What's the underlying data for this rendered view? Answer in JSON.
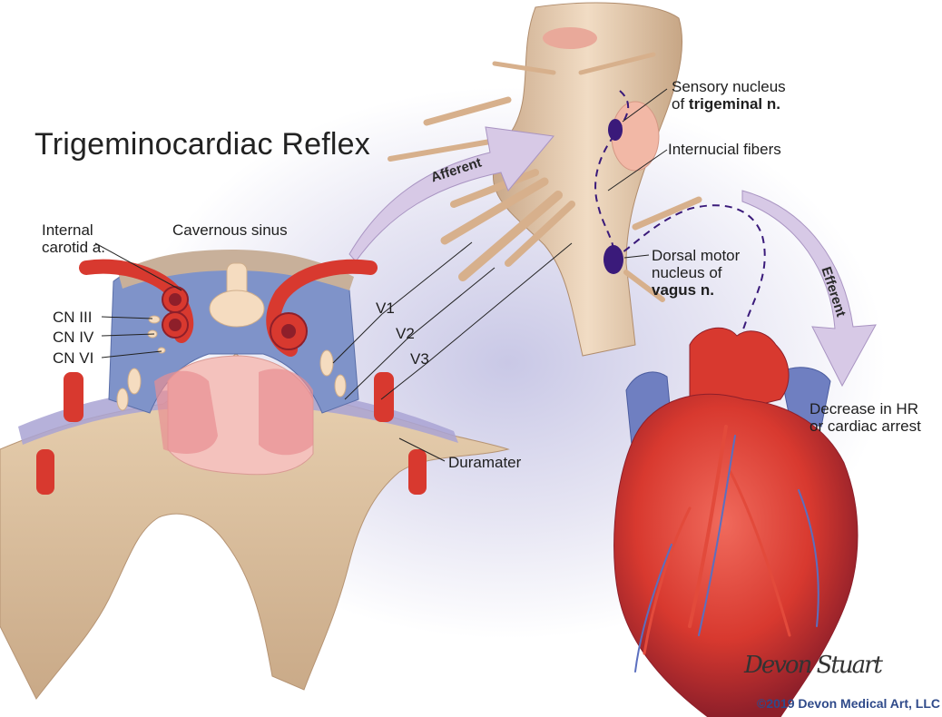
{
  "title": "Trigeminocardiac Reflex",
  "labels": {
    "internal_carotid_line1": "Internal",
    "internal_carotid_line2": "carotid a.",
    "cavernous_sinus": "Cavernous sinus",
    "cn3": "CN III",
    "cn4": "CN IV",
    "cn6": "CN VI",
    "v1": "V1",
    "v2": "V2",
    "v3": "V3",
    "duramater": "Duramater",
    "sensory_line1": "Sensory nucleus",
    "sensory_line2_prefix": "of ",
    "sensory_line2_bold": "trigeminal n.",
    "internucial": "Internucial fibers",
    "dorsal_line1": "Dorsal motor",
    "dorsal_line2": "nucleus of",
    "dorsal_line3": "vagus n.",
    "afferent": "Afferent",
    "efferent": "Efferent",
    "outcome_line1": "Decrease in HR",
    "outcome_line2": "or cardiac arrest"
  },
  "signature": "Devon Stuart",
  "credit": "©2019 Devon Medical Art, LLC",
  "colors": {
    "arrow_fill": "#d7c9e6",
    "nucleus": "#3a1a7a",
    "artery": "#d8392f",
    "bone": "#e4c9a6",
    "sinus_blue": "#7f93c9",
    "brainstem": "#e8cdb0"
  }
}
